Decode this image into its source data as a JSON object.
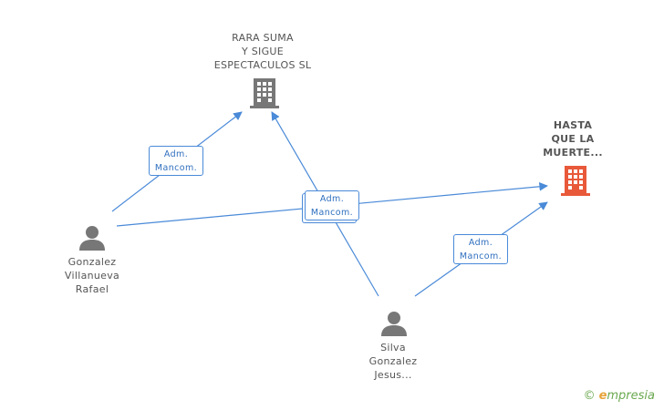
{
  "nodes": {
    "rara": {
      "lines": [
        "RARA SUMA",
        "Y SIGUE",
        "ESPECTACULOS SL"
      ],
      "type": "company",
      "color": "#777777"
    },
    "hasta": {
      "lines": [
        "HASTA",
        "QUE LA",
        "MUERTE..."
      ],
      "type": "company",
      "color": "#e8593a"
    },
    "gonzalez": {
      "lines": [
        "Gonzalez",
        "Villanueva",
        "Rafael"
      ],
      "type": "person",
      "color": "#777777"
    },
    "silva": {
      "lines": [
        "Silva",
        "Gonzalez",
        "Jesus..."
      ],
      "type": "person",
      "color": "#777777"
    }
  },
  "relations": [
    {
      "label_line1": "Adm.",
      "label_line2": "Mancom."
    },
    {
      "label_line1": "Adm.",
      "label_line2": "Mancom."
    },
    {
      "label_line1": "Adm.",
      "label_line2": "Mancom."
    }
  ],
  "colors": {
    "edge": "#4a8ad8"
  },
  "brand": {
    "copyright": "©",
    "first": "e",
    "rest": "mpresia"
  }
}
